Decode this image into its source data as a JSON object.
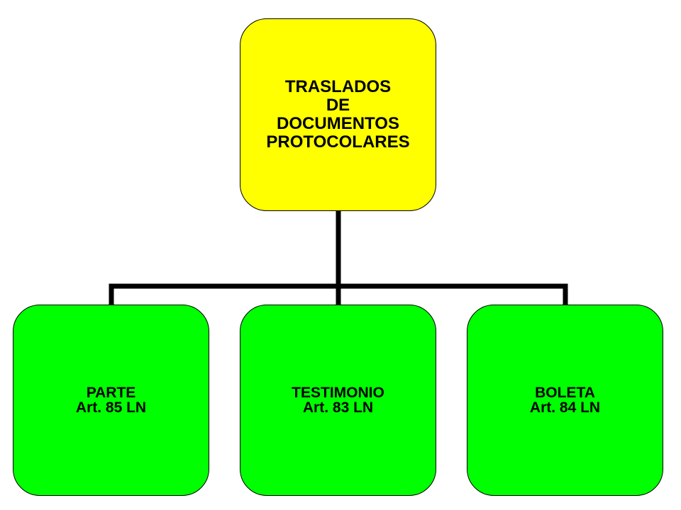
{
  "colors": {
    "root_fill": "#ffff00",
    "child_fill": "#00ff00",
    "border": "#000000",
    "connector": "#000000"
  },
  "root": {
    "lines": [
      "TRASLADOS",
      "DE",
      "DOCUMENTOS",
      "PROTOCOLARES"
    ]
  },
  "children": [
    {
      "lines": [
        "PARTE",
        "Art. 85 LN"
      ]
    },
    {
      "lines": [
        "TESTIMONIO",
        "Art. 83 LN"
      ]
    },
    {
      "lines": [
        "BOLETA",
        "Art. 84 LN"
      ]
    }
  ]
}
